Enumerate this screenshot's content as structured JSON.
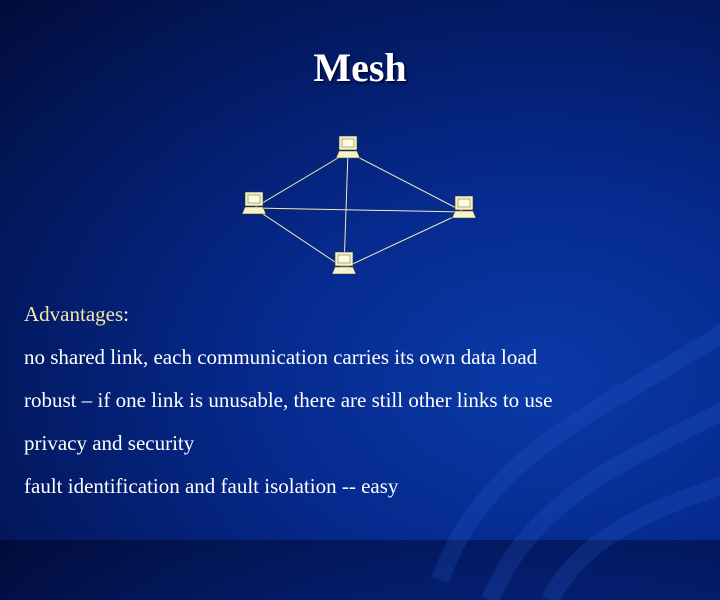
{
  "slide": {
    "title": "Mesh",
    "advantages_label": "Advantages",
    "advantages_colon": ":",
    "lines": [
      "no shared link,  each communication carries its own data load",
      "robust – if one link is unusable, there are still other links to use",
      "privacy and security",
      "fault identification and fault isolation -- easy"
    ]
  },
  "diagram": {
    "nodes": [
      "top",
      "left",
      "right",
      "bottom"
    ],
    "links": [
      [
        "top",
        "left"
      ],
      [
        "top",
        "right"
      ],
      [
        "top",
        "bottom"
      ],
      [
        "left",
        "right"
      ],
      [
        "left",
        "bottom"
      ],
      [
        "right",
        "bottom"
      ]
    ],
    "colors": {
      "line": "#f1ecb4",
      "computer": "#f7f3c9",
      "computer_edge": "#3a3a2a"
    }
  },
  "colors": {
    "background": "#062a8f",
    "label": "#f3e7ad",
    "text": "#ffffff"
  }
}
